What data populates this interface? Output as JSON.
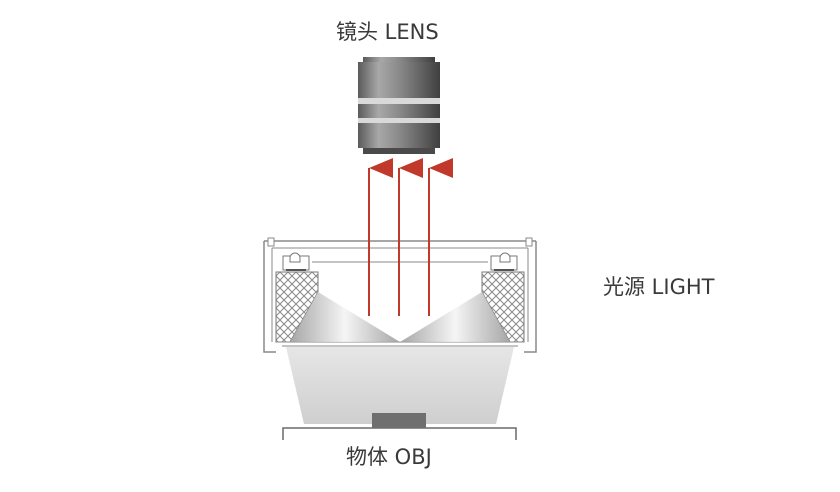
{
  "labels": {
    "lens": "镜头 LENS",
    "light": "光源 LIGHT",
    "object": "物体 OBJ"
  },
  "colors": {
    "arrow": "#c0392b",
    "lens_body": "#6e6e6e",
    "housing_line": "#8a8a8a",
    "hatch": "#9a9a9a",
    "beam": "#d8d8d8",
    "text": "#3a3a3a"
  },
  "diagram": {
    "arrows": 3,
    "icon_names": [
      "lens-icon",
      "ring-light-icon",
      "object-stage-icon",
      "light-ray-arrow-icon"
    ]
  }
}
